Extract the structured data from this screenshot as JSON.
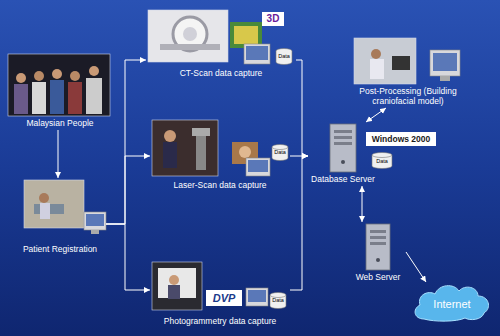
{
  "diagram": {
    "nodes": [
      {
        "text": [
          "Malaysian People"
        ]
      },
      {
        "text": [
          "Patient Registration"
        ]
      },
      {
        "text": [
          "CT-Scan data capture"
        ]
      },
      {
        "text": [
          "Laser-Scan data capture"
        ]
      },
      {
        "text": [
          "Photogrammetry data capture"
        ]
      },
      {
        "text": [
          "Database Server"
        ]
      },
      {
        "text": [
          "Post-Processing (Building craniofacial model)"
        ]
      },
      {
        "text": [
          "Web Server"
        ]
      },
      {
        "text": [
          "Internet"
        ]
      }
    ],
    "edges": [
      {
        "from": 0,
        "to": 1,
        "arrow": "to"
      },
      {
        "from": 1,
        "to": 2,
        "arrow": "to"
      },
      {
        "from": 1,
        "to": 3,
        "arrow": "to"
      },
      {
        "from": 1,
        "to": 4,
        "arrow": "to"
      },
      {
        "from": 2,
        "to": 5,
        "arrow": "to"
      },
      {
        "from": 3,
        "to": 5,
        "arrow": "to"
      },
      {
        "from": 4,
        "to": 5,
        "arrow": "to"
      },
      {
        "from": 5,
        "to": 6,
        "arrow": "both"
      },
      {
        "from": 5,
        "to": 7,
        "arrow": "both"
      },
      {
        "from": 7,
        "to": 8,
        "arrow": "to"
      }
    ],
    "labels": [
      "3D",
      "Data",
      "Data",
      "DVP",
      "Data",
      "Windows 2000",
      "Data"
    ]
  }
}
